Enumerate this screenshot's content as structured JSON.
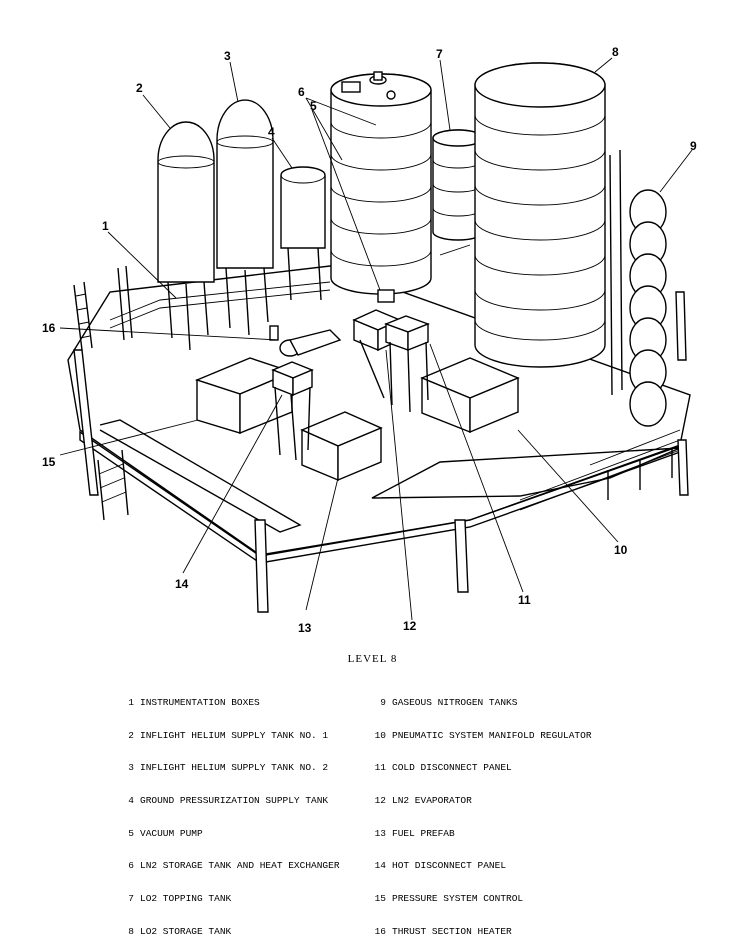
{
  "caption": "LEVEL 8",
  "callouts": [
    "1",
    "2",
    "3",
    "4",
    "5",
    "6",
    "7",
    "8",
    "9",
    "10",
    "11",
    "12",
    "13",
    "14",
    "15",
    "16"
  ],
  "legend": [
    {
      "num": "1",
      "text": "INSTRUMENTATION BOXES"
    },
    {
      "num": "2",
      "text": "INFLIGHT HELIUM SUPPLY TANK NO. 1"
    },
    {
      "num": "3",
      "text": "INFLIGHT HELIUM SUPPLY TANK NO. 2"
    },
    {
      "num": "4",
      "text": "GROUND PRESSURIZATION SUPPLY TANK"
    },
    {
      "num": "5",
      "text": "VACUUM PUMP"
    },
    {
      "num": "6",
      "text": "LN2 STORAGE TANK AND HEAT EXCHANGER"
    },
    {
      "num": "7",
      "text": "LO2 TOPPING TANK"
    },
    {
      "num": "8",
      "text": "LO2 STORAGE TANK"
    },
    {
      "num": "9",
      "text": "GASEOUS NITROGEN TANKS"
    },
    {
      "num": "10",
      "text": "PNEUMATIC SYSTEM MANIFOLD REGULATOR"
    },
    {
      "num": "11",
      "text": "COLD DISCONNECT PANEL"
    },
    {
      "num": "12",
      "text": "LN2 EVAPORATOR"
    },
    {
      "num": "13",
      "text": "FUEL PREFAB"
    },
    {
      "num": "14",
      "text": "HOT DISCONNECT PANEL"
    },
    {
      "num": "15",
      "text": "PRESSURE SYSTEM CONTROL"
    },
    {
      "num": "16",
      "text": "THRUST SECTION HEATER"
    }
  ]
}
